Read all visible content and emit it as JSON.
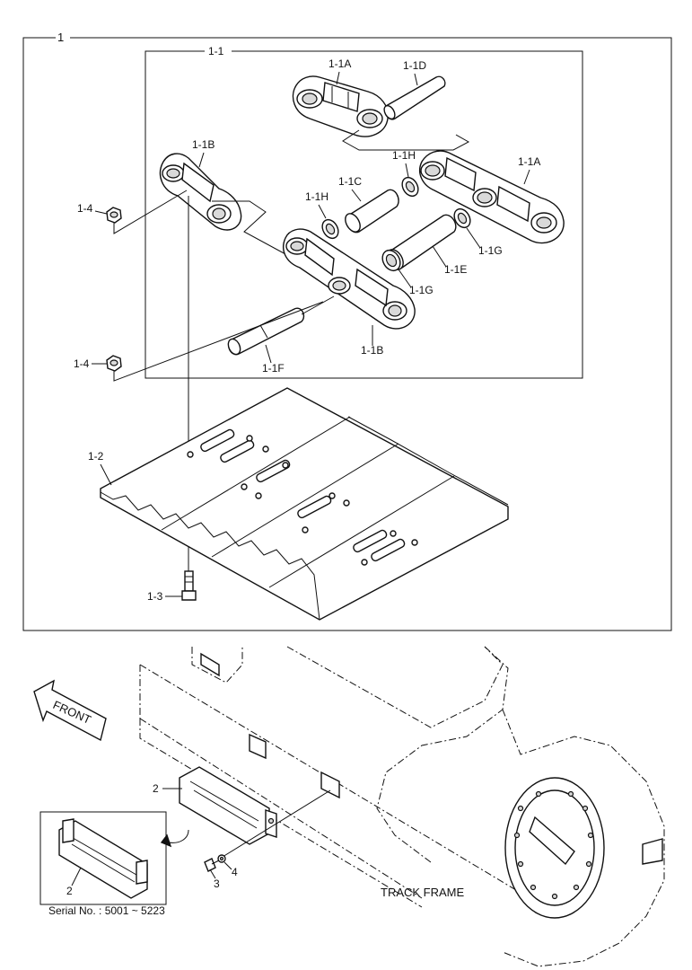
{
  "callouts": {
    "assembly": "1",
    "link_assembly": "1-1",
    "link_a_top": "1-1A",
    "link_a_right": "1-1A",
    "pin_d": "1-1D",
    "link_b_top": "1-1B",
    "link_b_bottom": "1-1B",
    "seal_h_top": "1-1H",
    "seal_h_left": "1-1H",
    "bushing_c": "1-1C",
    "seal_g_right": "1-1G",
    "seal_g_left": "1-1G",
    "bushing_e": "1-1E",
    "pin_f": "1-1F",
    "nut_top": "1-4",
    "nut_bottom": "1-4",
    "shoe": "1-2",
    "bolt": "1-3",
    "step": "2",
    "step_inset": "2",
    "bolt_step": "3",
    "washer": "4"
  },
  "front_label": "FRONT",
  "track_frame_label": "TRACK FRAME",
  "serial_note": "Serial No. : 5001 ~ 5223"
}
